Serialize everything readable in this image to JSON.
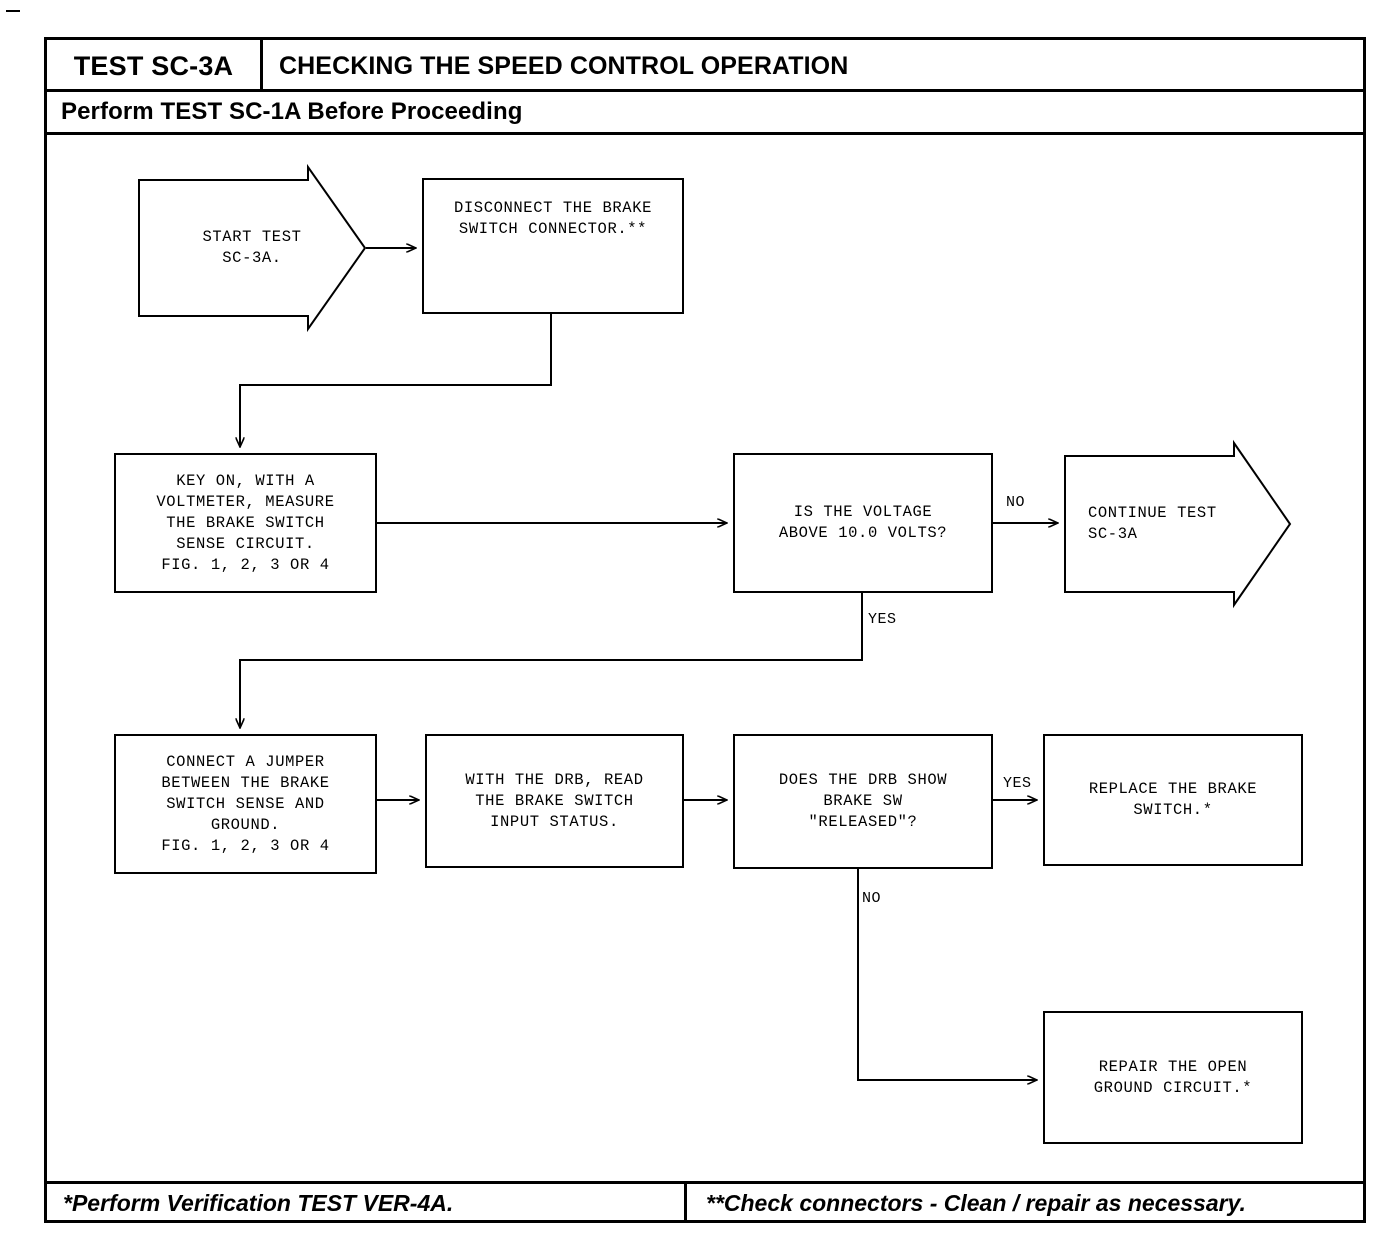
{
  "header": {
    "test_code": "TEST SC-3A",
    "title": "CHECKING THE SPEED CONTROL OPERATION",
    "subtitle": "Perform TEST SC-1A Before Proceeding"
  },
  "footer": {
    "note_left": "*Perform Verification TEST VER-4A.",
    "note_right": "**Check connectors - Clean / repair as necessary."
  },
  "flow": {
    "start": {
      "line1": "START TEST",
      "line2": "SC-3A."
    },
    "disconnect": {
      "line1": "DISCONNECT THE BRAKE",
      "line2": "SWITCH CONNECTOR.**"
    },
    "key_on": {
      "line1": "KEY ON, WITH A",
      "line2": "VOLTMETER, MEASURE",
      "line3": "THE BRAKE SWITCH",
      "line4": "SENSE CIRCUIT.",
      "line5": "FIG. 1, 2, 3 OR 4"
    },
    "voltage_question": {
      "line1": "IS THE VOLTAGE",
      "line2": "ABOVE 10.0 VOLTS?"
    },
    "continue_test": {
      "line1": "CONTINUE TEST",
      "line2": "SC-3A"
    },
    "jumper": {
      "line1": "CONNECT A JUMPER",
      "line2": "BETWEEN THE BRAKE",
      "line3": "SWITCH SENSE AND",
      "line4": "GROUND.",
      "line5": "FIG. 1, 2, 3 OR 4"
    },
    "read_drb": {
      "line1": "WITH THE DRB, READ",
      "line2": "THE BRAKE SWITCH",
      "line3": "INPUT STATUS."
    },
    "drb_question": {
      "line1": "DOES THE DRB SHOW",
      "line2": "BRAKE SW",
      "line3": "\"RELEASED\"?"
    },
    "replace_switch": {
      "line1": "REPLACE THE BRAKE",
      "line2": "SWITCH.*"
    },
    "repair_ground": {
      "line1": "REPAIR THE OPEN",
      "line2": "GROUND CIRCUIT.*"
    }
  },
  "edge_labels": {
    "voltage_no": "NO",
    "voltage_yes": "YES",
    "drb_yes": "YES",
    "drb_no": "NO"
  },
  "colors": {
    "ink": "#000000",
    "paper": "#ffffff"
  }
}
